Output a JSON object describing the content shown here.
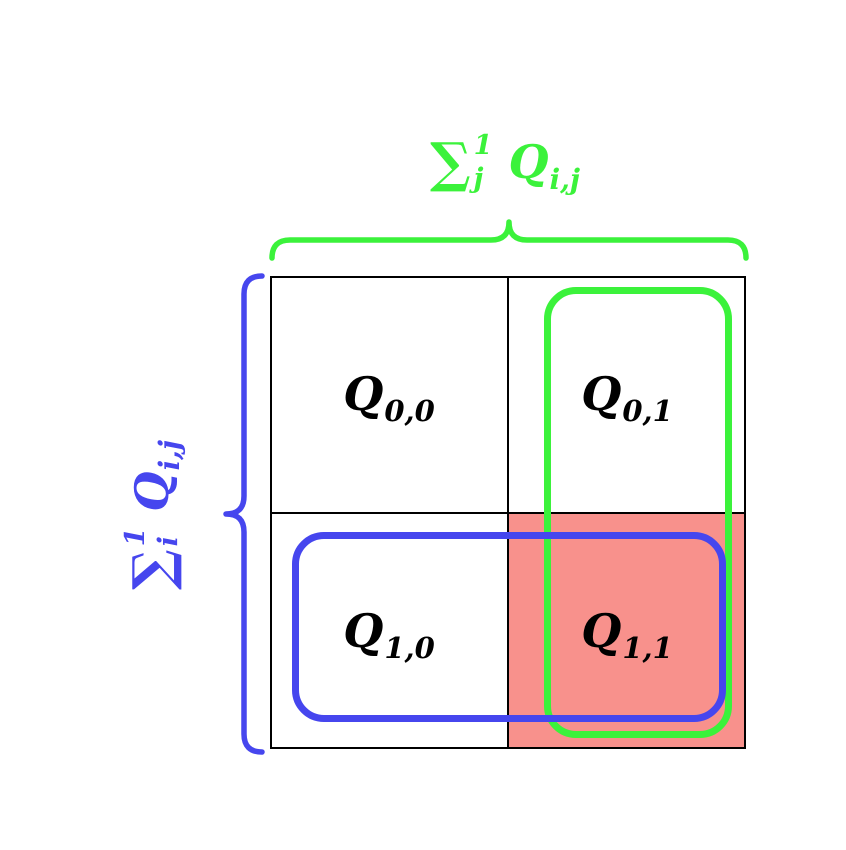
{
  "diagram": {
    "title": "2x2 matrix quadrant sum diagram",
    "colors": {
      "green": "#3BF23B",
      "blue": "#4646EE",
      "red": "#F8918C",
      "black": "#000000"
    },
    "top_label": {
      "sigma": "∑",
      "sup": "1",
      "sub": "j",
      "base": "Q",
      "base_sub": "i,j"
    },
    "left_label": {
      "sigma": "∑",
      "sup": "1",
      "sub": "i",
      "base": "Q",
      "base_sub": "i,j"
    },
    "cells": [
      {
        "base": "Q",
        "sub": "0,0",
        "highlighted": false
      },
      {
        "base": "Q",
        "sub": "0,1",
        "highlighted": false
      },
      {
        "base": "Q",
        "sub": "1,0",
        "highlighted": false
      },
      {
        "base": "Q",
        "sub": "1,1",
        "highlighted": true
      }
    ]
  }
}
